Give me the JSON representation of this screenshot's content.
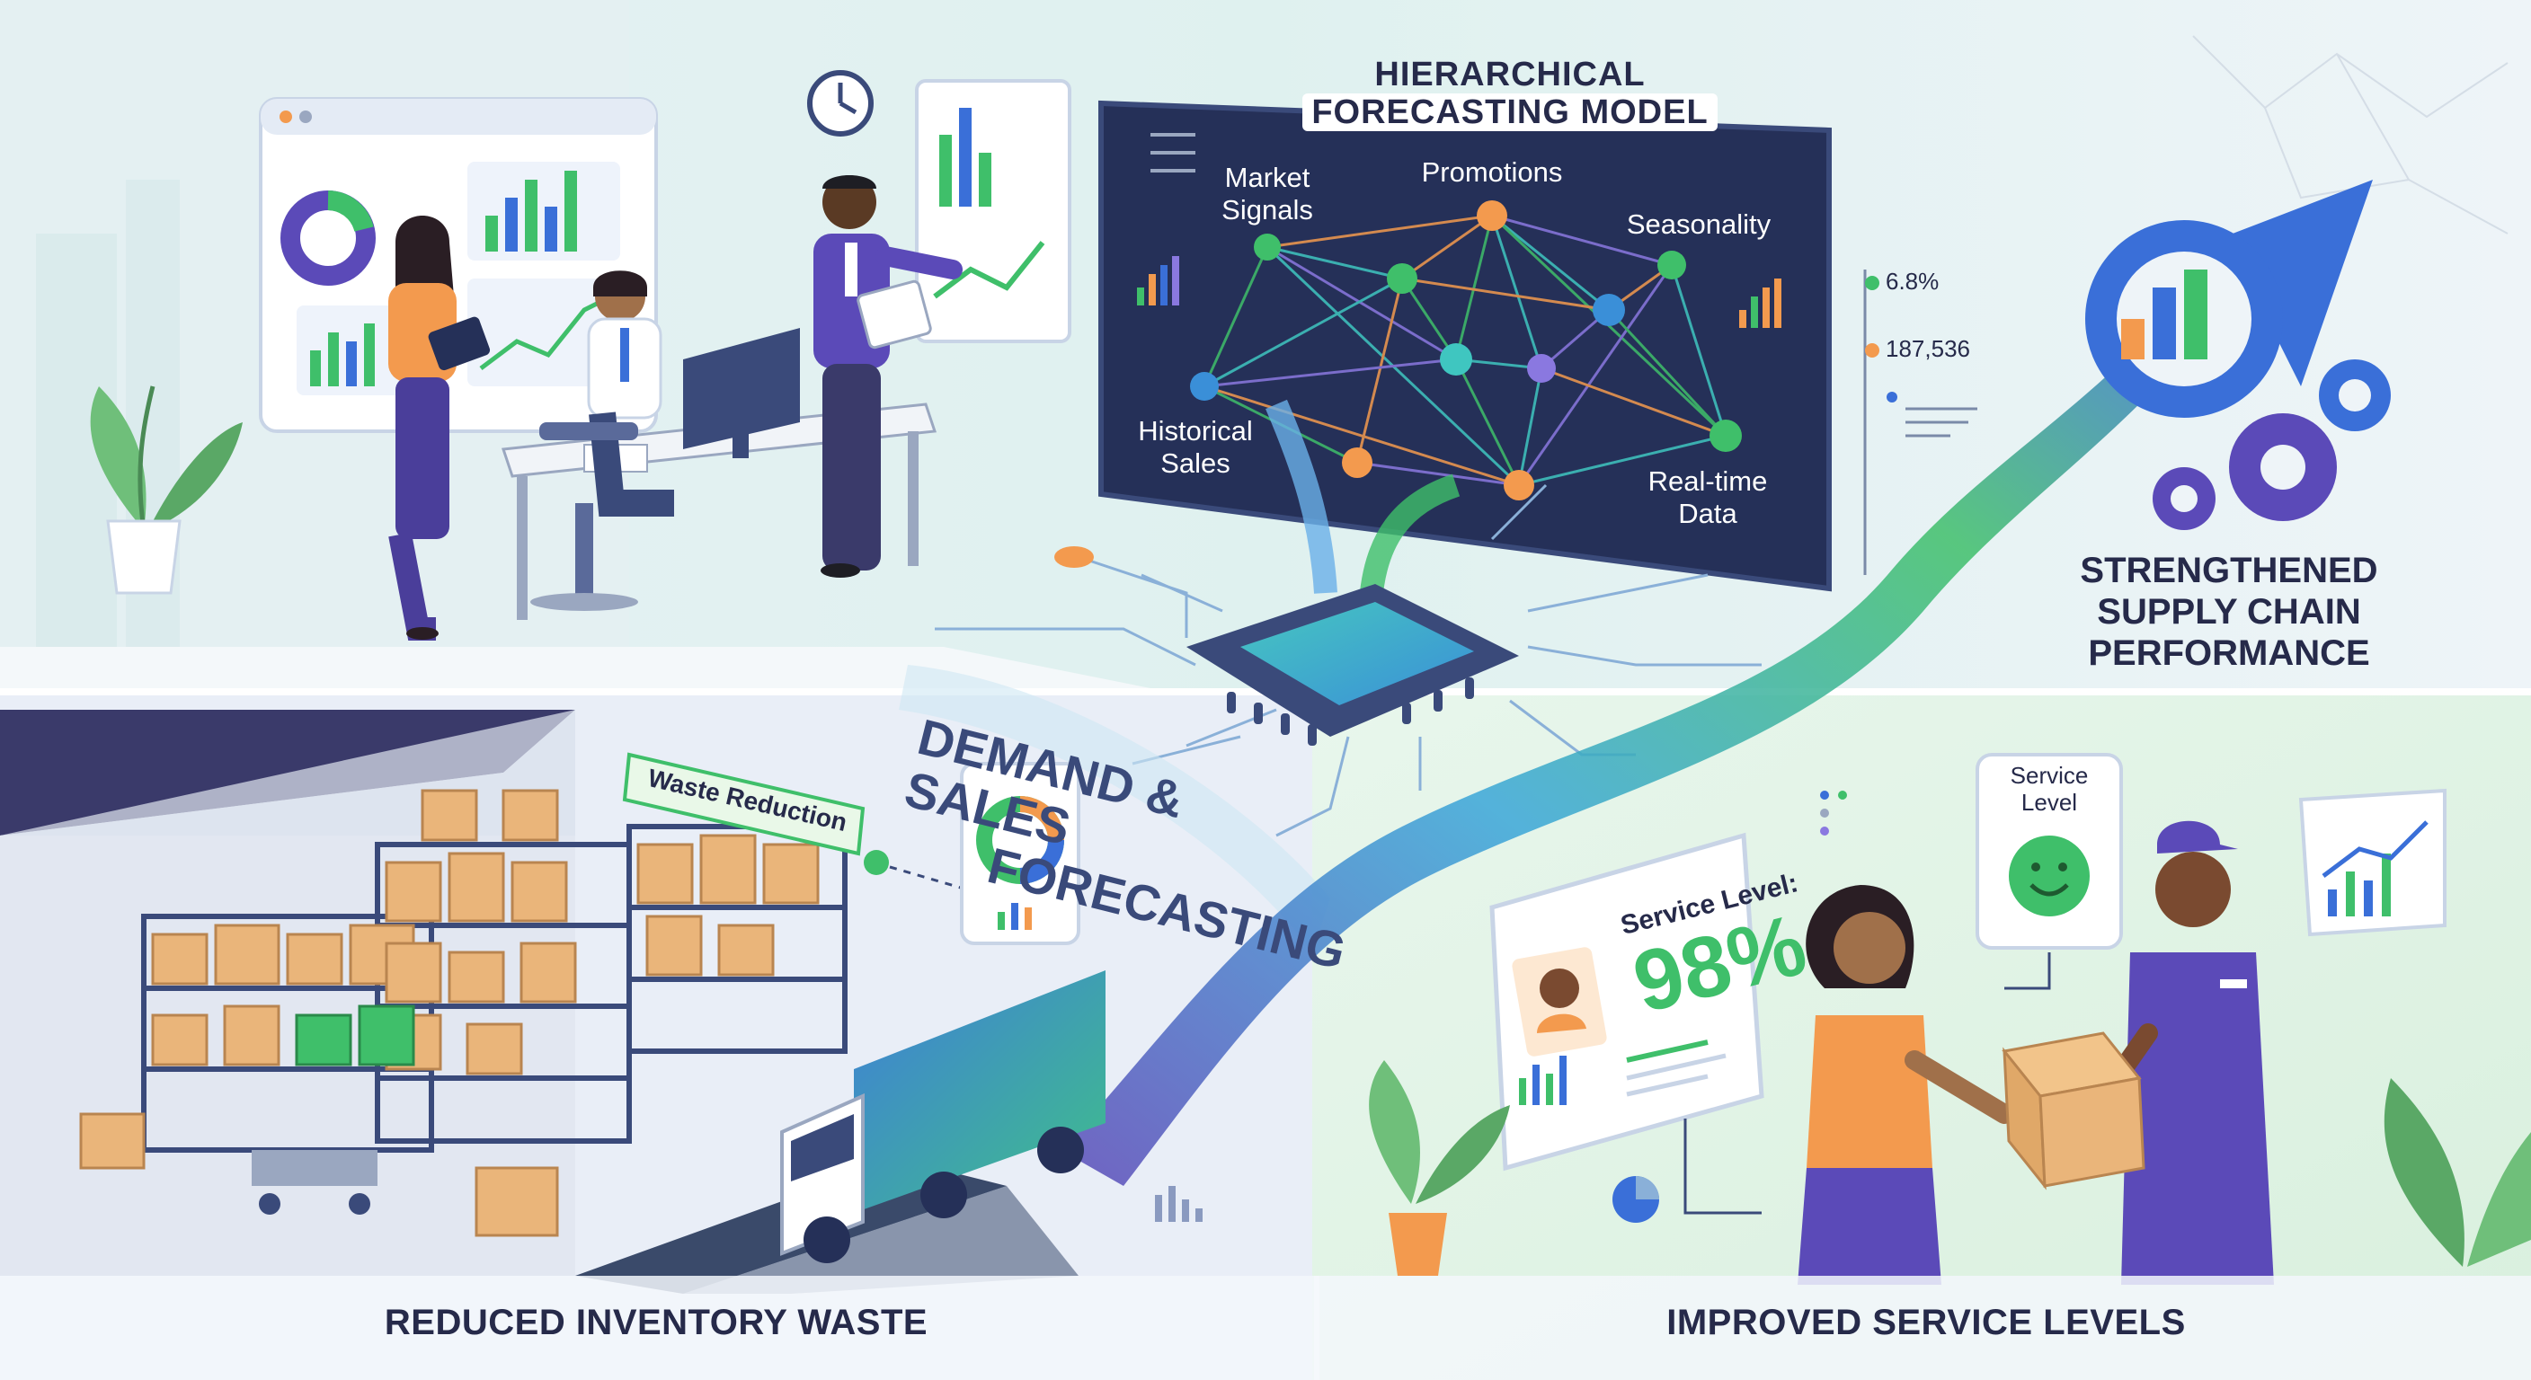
{
  "network": {
    "title_line1": "HIERARCHICAL",
    "title_line2": "FORECASTING MODEL",
    "nodes": {
      "market_line1": "Market",
      "market_line2": "Signals",
      "promotions": "Promotions",
      "seasonality": "Seasonality",
      "historical_line1": "Historical",
      "historical_line2": "Sales",
      "realtime_line1": "Real-time",
      "realtime_line2": "Data"
    }
  },
  "metrics": {
    "value1": "6.8%",
    "value2": "187,536"
  },
  "center": {
    "line1": "DEMAND & SALES",
    "line2": "FORECASTING"
  },
  "warehouse": {
    "tag": "Waste Reduction"
  },
  "performance": {
    "line1": "STRENGTHENED",
    "line2": "SUPPLY CHAIN",
    "line3": "PERFORMANCE"
  },
  "service": {
    "bubble_line1": "Service",
    "bubble_line2": "Level",
    "dashboard_label": "Service Level:",
    "dashboard_value": "98%"
  },
  "captions": {
    "waste": "REDUCED INVENTORY WASTE",
    "service": "IMPROVED SERVICE LEVELS"
  },
  "colors": {
    "navy": "#262a4a",
    "purple": "#5b4ab8",
    "green": "#3fbf6a",
    "orange": "#f39a4e",
    "panel_dark": "#253058",
    "teal": "#3fc6c0"
  }
}
